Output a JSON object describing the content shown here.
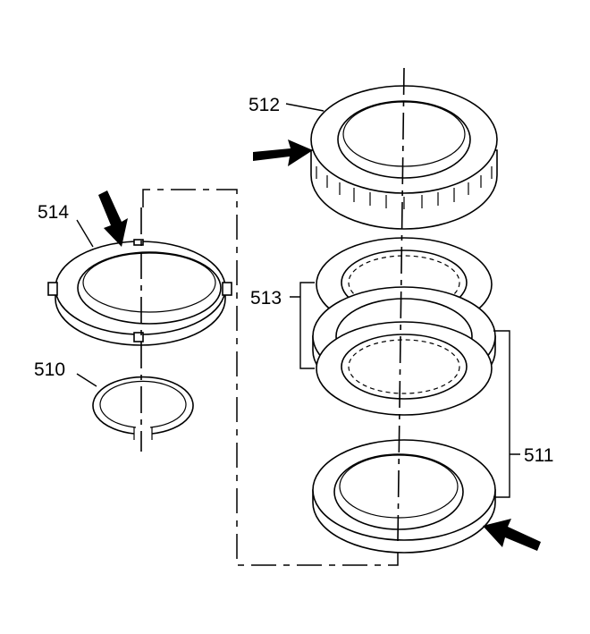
{
  "diagram": {
    "parts": [
      {
        "id": "512",
        "label": "512"
      },
      {
        "id": "514",
        "label": "514"
      },
      {
        "id": "513",
        "label": "513"
      },
      {
        "id": "510",
        "label": "510"
      },
      {
        "id": "511",
        "label": "511"
      }
    ]
  }
}
